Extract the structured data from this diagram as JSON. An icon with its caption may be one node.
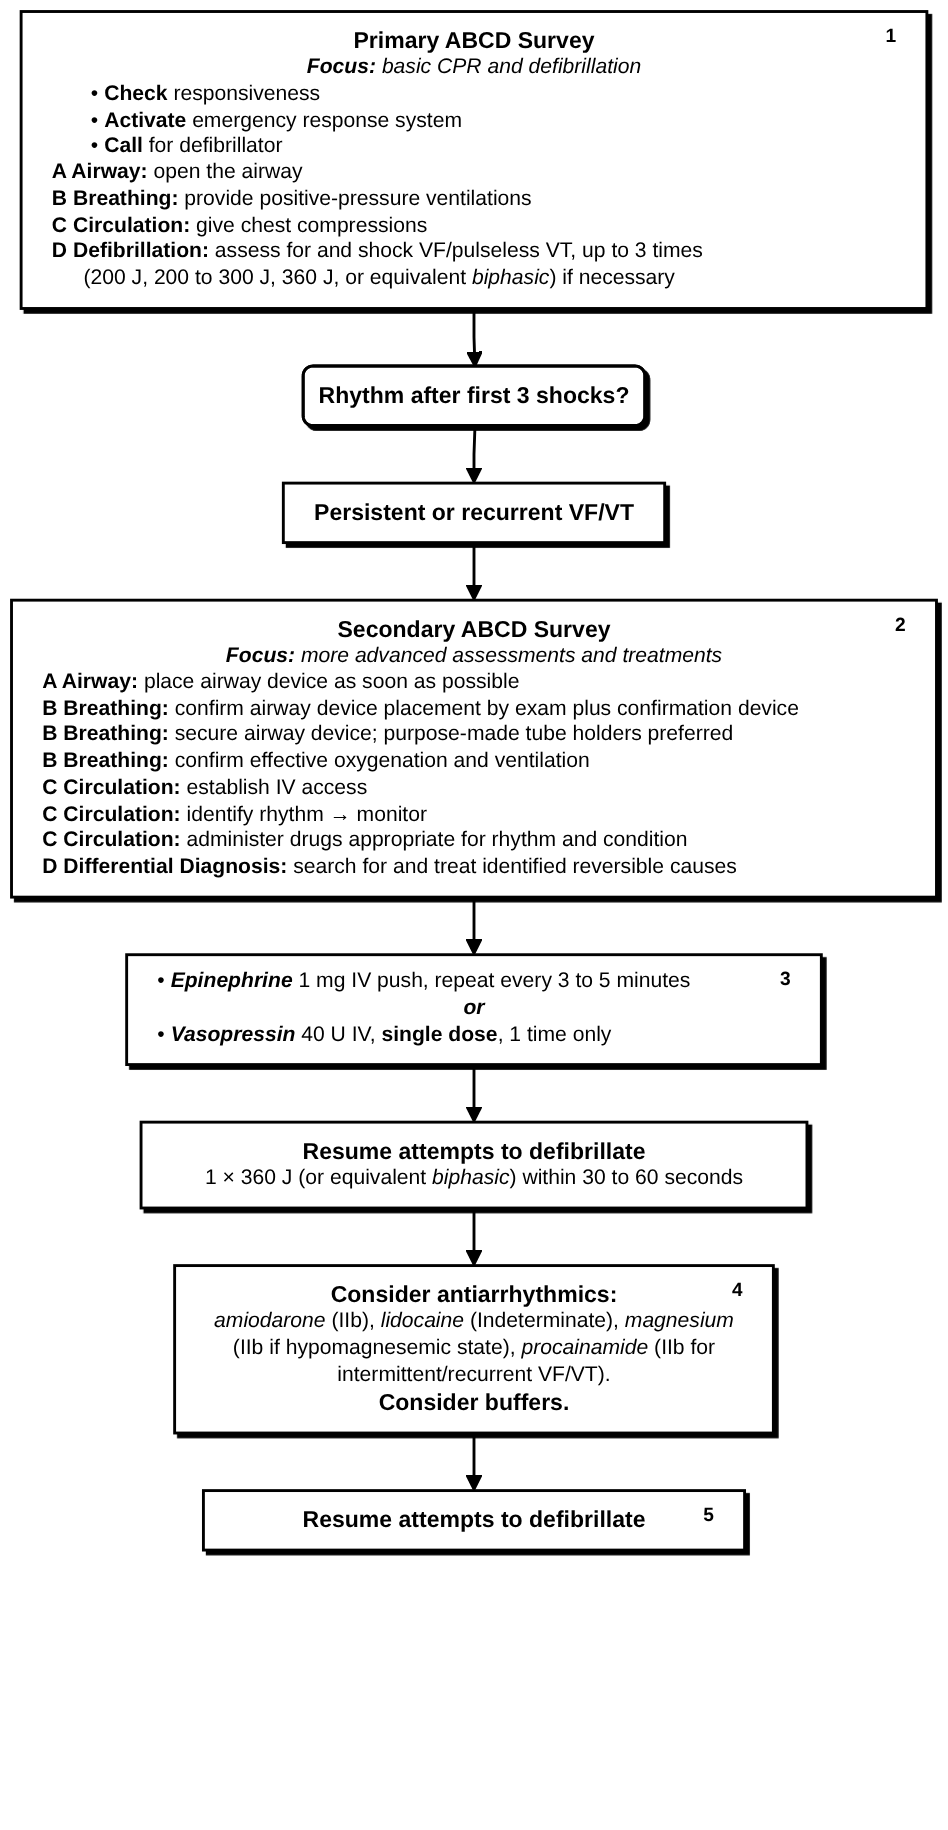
{
  "diagram": {
    "nodes": [
      {
        "text": [
          "Primary ABCD Survey",
          "1",
          "**Focus:** basic CPR and defibrillation",
          "• **Check** responsiveness",
          "• **Activate** emergency response system",
          "• **Call** for defibrillator",
          "**A Airway:** open the airway",
          "**B Breathing:** provide positive-pressure ventilations",
          "**C Circulation:** give chest compressions",
          "**D Defibrillation:** assess for and shock VF/pulseless VT, up to 3 times (200 J, 200 to 300 J, 360 J, or equivalent *biphasic*) if necessary"
        ]
      },
      {
        "text": [
          "Rhythm after first 3 shocks?"
        ]
      },
      {
        "text": [
          "Persistent or recurrent VF/VT"
        ]
      },
      {
        "text": [
          "Secondary ABCD Survey",
          "2",
          "**Focus:** more advanced assessments and treatments",
          "**A Airway:** place airway device as soon as possible",
          "**B Breathing:** confirm airway device placement by exam plus confirmation device",
          "**B Breathing:** secure airway device; purpose-made tube holders preferred",
          "**B Breathing:** confirm effective oxygenation and ventilation",
          "**C Circulation:** establish IV access",
          "**C Circulation:** identify rhythm → monitor",
          "**C Circulation:** administer drugs appropriate for rhythm and condition",
          "**D Differential Diagnosis:** search for and treat identified reversible causes"
        ]
      },
      {
        "text": [
          "• *Epinephrine* 1 mg IV push, repeat every 3 to 5 minutes",
          "3",
          "or",
          "• *Vasopressin* 40 U IV, **single dose**, 1 time only"
        ]
      },
      {
        "text": [
          "Resume attempts to defibrillate",
          "1 × 360 J (or equivalent *biphasic*) within 30 to 60 seconds"
        ]
      },
      {
        "text": [
          "Consider antiarrhythmics:",
          "4",
          "*amiodarone* (IIb), *lidocaine* (Indeterminate), *magnesium* (IIb if hypomagnesemic state), *procainamide* (IIb for intermittent/recurrent VF/VT).",
          "Consider buffers."
        ]
      },
      {
        "text": [
          "Resume attempts to defibrillate",
          "5"
        ]
      }
    ],
    "edges": [
      {
        "from": 0,
        "to": 1,
        "arrow": "to"
      },
      {
        "from": 1,
        "to": 2,
        "arrow": "to"
      },
      {
        "from": 2,
        "to": 3,
        "arrow": "to"
      },
      {
        "from": 3,
        "to": 4,
        "arrow": "to"
      },
      {
        "from": 4,
        "to": 5,
        "arrow": "to"
      },
      {
        "from": 5,
        "to": 6,
        "arrow": "to"
      },
      {
        "from": 6,
        "to": 7,
        "arrow": "to"
      }
    ]
  }
}
